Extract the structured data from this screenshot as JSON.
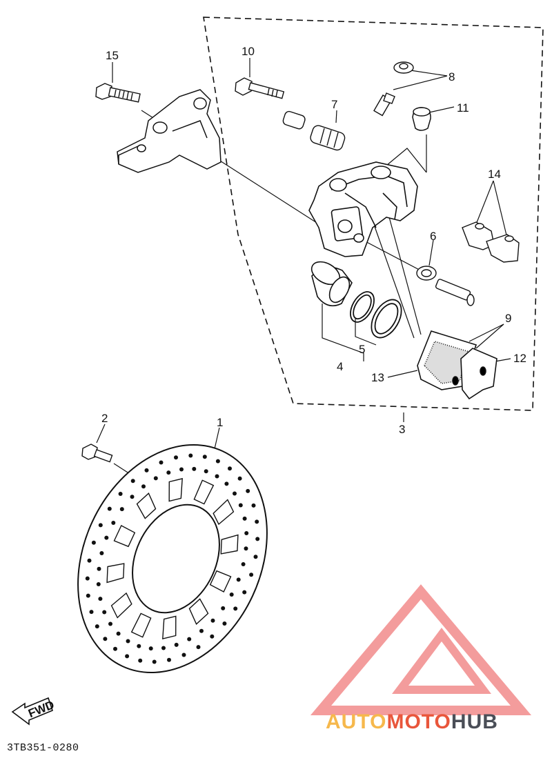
{
  "diagram": {
    "callouts": [
      "15",
      "10",
      "8",
      "7",
      "11",
      "14",
      "6",
      "9",
      "12",
      "13",
      "4",
      "5",
      "3",
      "2",
      "1"
    ],
    "fwd_label": "FWD",
    "drawing_code": "3TB351-0280"
  },
  "watermark": {
    "brand_part1": "AUTO",
    "brand_part2": "MOTO",
    "brand_part3": "HUB",
    "colors": {
      "auto": "#f6b84c",
      "moto": "#e9563b",
      "hub": "#4a4e57",
      "logo": "#f28b8b"
    }
  }
}
